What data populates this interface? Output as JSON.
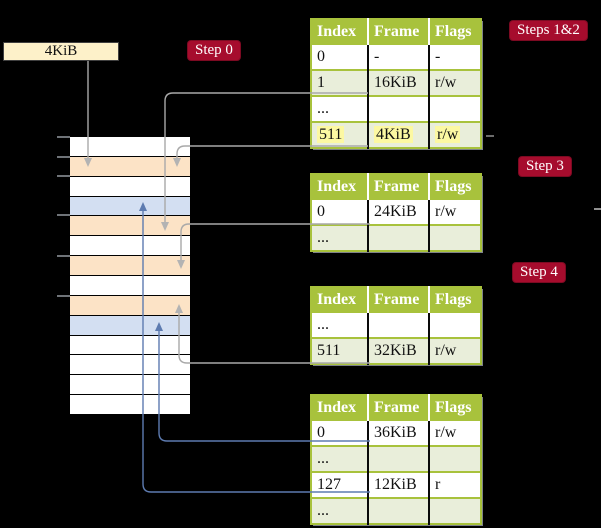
{
  "colors": {
    "background": "#000000",
    "label_red": "#a60c2d",
    "table_green": "#a8c23c",
    "row_tint_green": "#e9eeda",
    "memory_peach": "#fce3c6",
    "memory_blue": "#d3dff2",
    "frame_box_cream": "#fdf1c9",
    "highlight_yellow": "#fcf8a2",
    "arrow_gray": "#a9a9a9",
    "arrow_blue": "#5d7bb0"
  },
  "frame_box": {
    "label": "4KiB"
  },
  "step_labels": {
    "step0": "Step 0",
    "steps12": "Steps 1&2",
    "step3": "Step 3",
    "step4": "Step 4"
  },
  "tables": [
    {
      "headers": [
        "Index",
        "Frame",
        "Flags"
      ],
      "rows": [
        {
          "cells": [
            "0",
            "-",
            "-"
          ]
        },
        {
          "cells": [
            "1",
            "16KiB",
            "r/w"
          ]
        },
        {
          "cells": [
            "...",
            "",
            ""
          ]
        },
        {
          "cells": [
            "511",
            "4KiB",
            "r/w"
          ],
          "highlighted": true
        }
      ]
    },
    {
      "headers": [
        "Index",
        "Frame",
        "Flags"
      ],
      "rows": [
        {
          "cells": [
            "0",
            "24KiB",
            "r/w"
          ]
        },
        {
          "cells": [
            "...",
            "",
            ""
          ]
        }
      ]
    },
    {
      "headers": [
        "Index",
        "Frame",
        "Flags"
      ],
      "rows": [
        {
          "cells": [
            "...",
            "",
            ""
          ]
        },
        {
          "cells": [
            "511",
            "32KiB",
            "r/w"
          ]
        }
      ]
    },
    {
      "headers": [
        "Index",
        "Frame",
        "Flags"
      ],
      "rows": [
        {
          "cells": [
            "0",
            "36KiB",
            "r/w"
          ]
        },
        {
          "cells": [
            "...",
            "",
            ""
          ]
        },
        {
          "cells": [
            "127",
            "12KiB",
            "r"
          ]
        },
        {
          "cells": [
            "...",
            "",
            ""
          ]
        }
      ]
    }
  ],
  "memory_rows": [
    "white",
    "peach",
    "white",
    "blue",
    "peach",
    "white",
    "peach",
    "white",
    "peach",
    "blue",
    "white",
    "white",
    "white",
    "white"
  ]
}
